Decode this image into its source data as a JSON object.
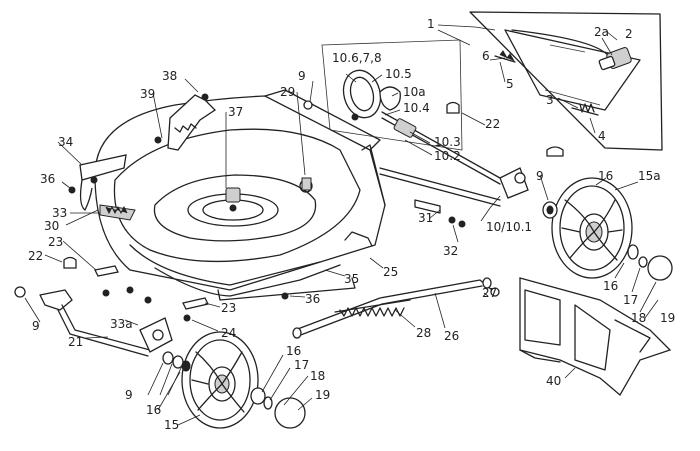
{
  "labels": {
    "1": "1",
    "2": "2",
    "2a": "2a",
    "3": "3",
    "4": "4",
    "5": "5",
    "6": "6",
    "9": "9",
    "10_678": "10.6,7,8",
    "10_5": "10.5",
    "10a": "10a",
    "10_4": "10.4",
    "10_3": "10.3",
    "10_2": "10.2",
    "10_10_1": "10/10.1",
    "15": "15",
    "15a": "15a",
    "16": "16",
    "17": "17",
    "18": "18",
    "19": "19",
    "21": "21",
    "22": "22",
    "23": "23",
    "24": "24",
    "25": "25",
    "26": "26",
    "27": "27",
    "28": "28",
    "29": "29",
    "30": "30",
    "31": "31",
    "32": "32",
    "33": "33",
    "33a": "33a",
    "34": "34",
    "35": "35",
    "36": "36",
    "37": "37",
    "38": "38",
    "39": "39",
    "40": "40"
  }
}
